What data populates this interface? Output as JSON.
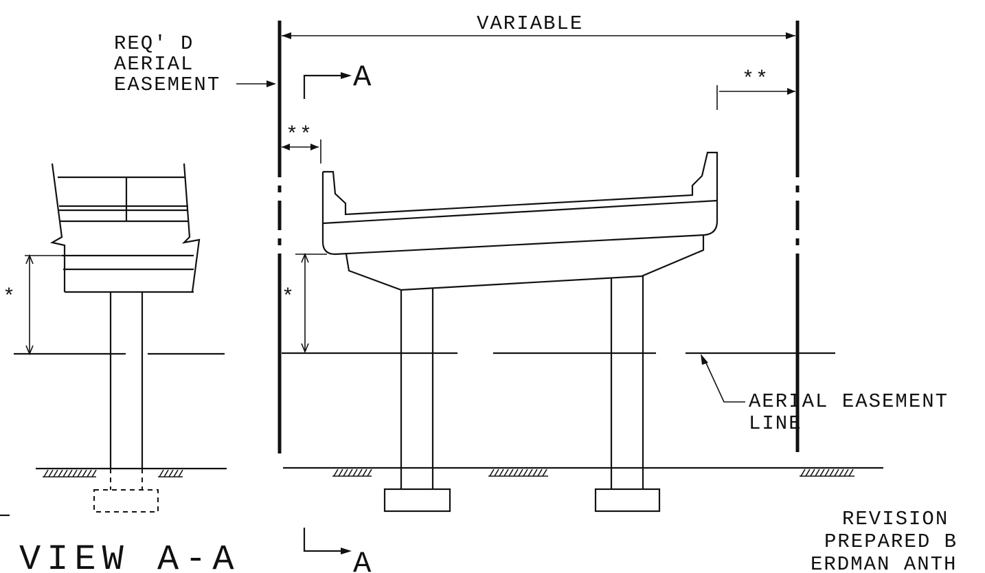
{
  "labels": {
    "variable": "VARIABLE",
    "easement_line1": "REQ' D",
    "easement_line2": "AERIAL",
    "easement_line3": "EASEMENT",
    "section_top": "A",
    "section_bottom": "A",
    "dim_double_left": "**",
    "dim_double_right": "**",
    "dim_single_left": "*",
    "dim_single_center": "*",
    "aerial_line1": "AERIAL EASEMENT",
    "aerial_line2": "LINE",
    "revision_line1": "REVISION",
    "revision_line2": "PREPARED B",
    "revision_line3": "ERDMAN ANTH",
    "view_title": "VIEW A-A"
  }
}
